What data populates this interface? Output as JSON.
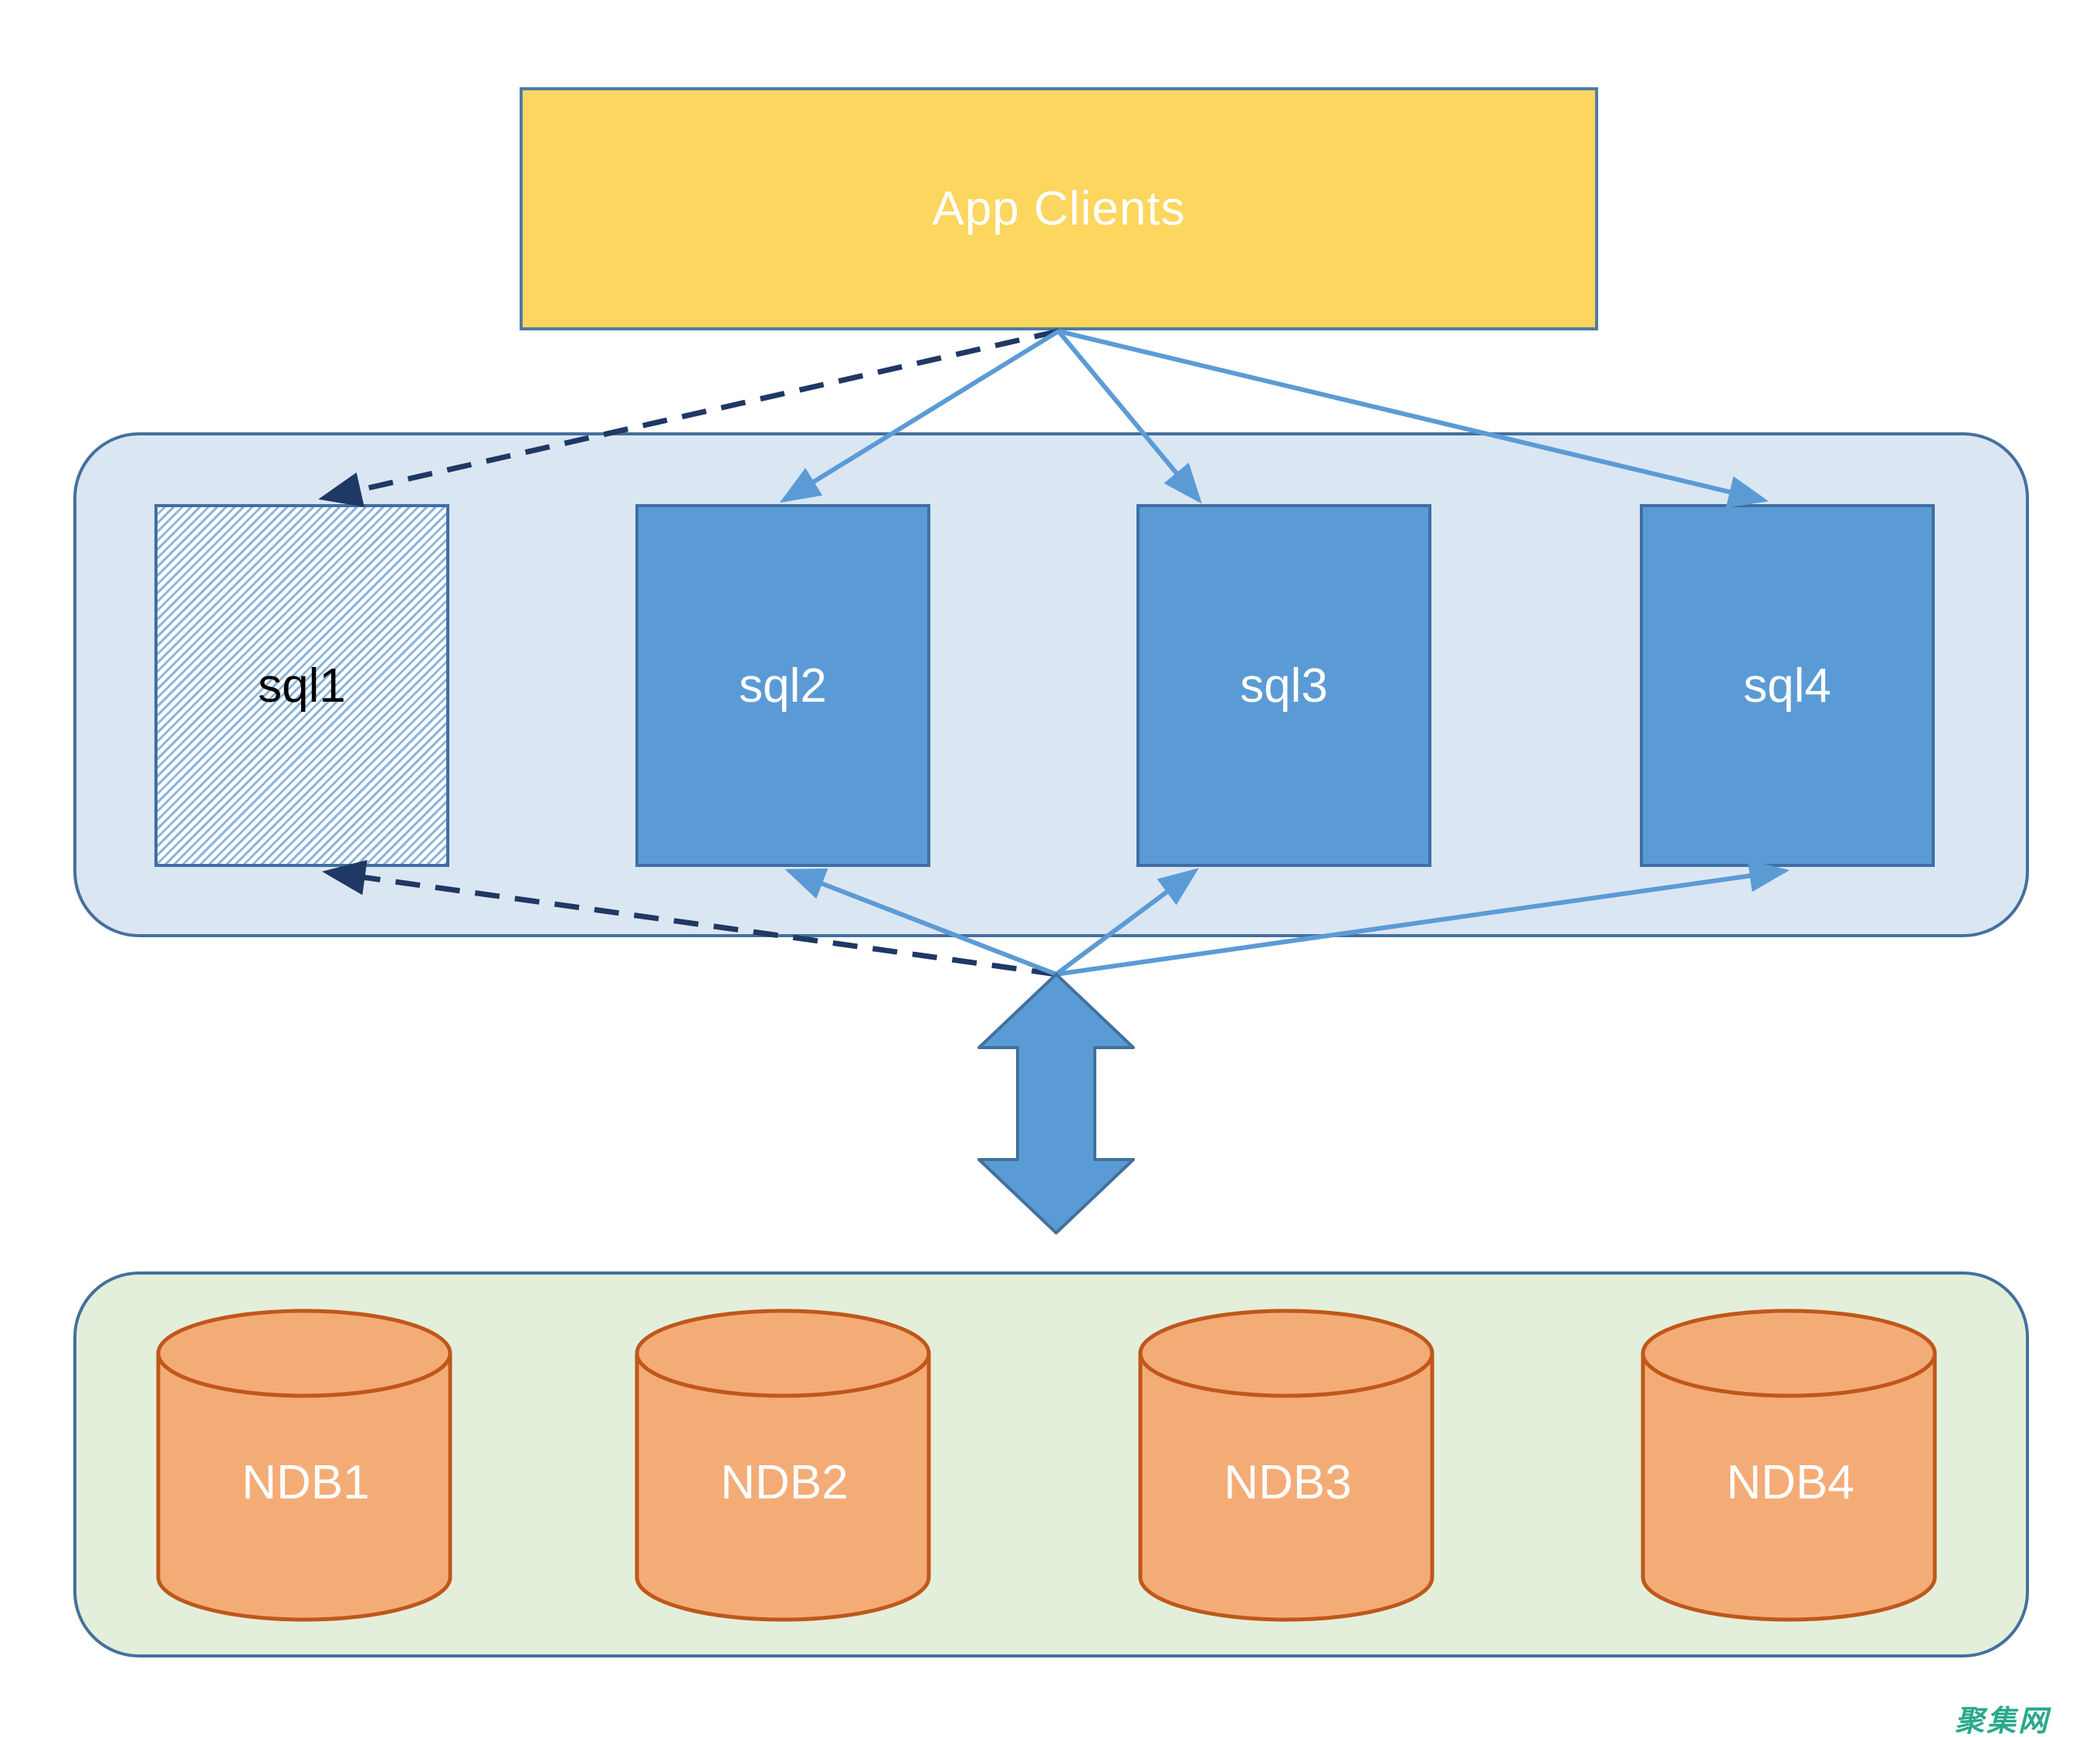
{
  "app_clients": {
    "label": "App Clients"
  },
  "sql_layer": {
    "nodes": [
      {
        "id": "sql1",
        "label": "sql1",
        "style": "hatched"
      },
      {
        "id": "sql2",
        "label": "sql2",
        "style": "solid"
      },
      {
        "id": "sql3",
        "label": "sql3",
        "style": "solid"
      },
      {
        "id": "sql4",
        "label": "sql4",
        "style": "solid"
      }
    ]
  },
  "ndb_layer": {
    "nodes": [
      {
        "id": "ndb1",
        "label": "NDB1"
      },
      {
        "id": "ndb2",
        "label": "NDB2"
      },
      {
        "id": "ndb3",
        "label": "NDB3"
      },
      {
        "id": "ndb4",
        "label": "NDB4"
      }
    ]
  },
  "edges": {
    "from_app_clients": [
      {
        "to": "sql1",
        "style": "dashed"
      },
      {
        "to": "sql2",
        "style": "solid"
      },
      {
        "to": "sql3",
        "style": "solid"
      },
      {
        "to": "sql4",
        "style": "solid"
      }
    ],
    "from_ndb_cluster": [
      {
        "to": "sql1",
        "style": "dashed"
      },
      {
        "to": "sql2",
        "style": "solid"
      },
      {
        "to": "sql3",
        "style": "solid"
      },
      {
        "to": "sql4",
        "style": "solid"
      }
    ]
  },
  "watermark": {
    "text": "聚集网"
  },
  "colors": {
    "app_clients_fill": "#fcd65f",
    "container_border": "#44709d",
    "sql_container_fill": "#dbe6f3",
    "ndb_container_fill": "#e3efda",
    "sql_box_fill": "#5b9bd5",
    "sql_box_border": "#3f6fa3",
    "hatch_stripe": "#8cb4dd",
    "solid_arrow": "#5b9bd5",
    "dashed_arrow": "#1f3864",
    "double_arrow_fill": "#5b9bd5",
    "double_arrow_border": "#41719c",
    "cylinder_fill": "#f4ac77",
    "cylinder_border": "#c0571b",
    "watermark": "#2aa98b"
  }
}
